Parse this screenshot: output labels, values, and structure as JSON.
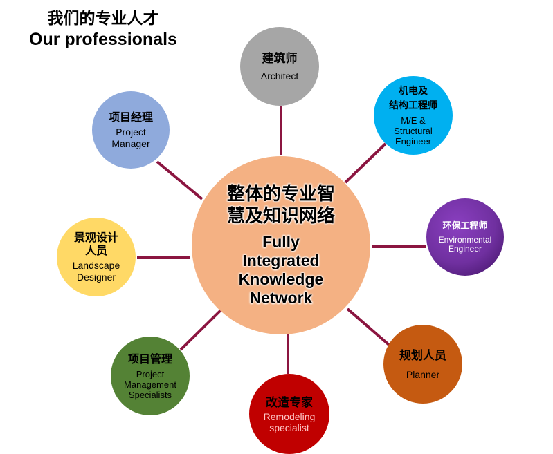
{
  "title": {
    "zh": "我们的专业人才",
    "en": "Our professionals"
  },
  "center": {
    "zh_line1": "整体的专业智",
    "zh_line2": "慧及知识网络",
    "en_lines": [
      "Fully",
      "Integrated",
      "Knowledge",
      "Network"
    ],
    "color": "#f4b183"
  },
  "link_color": "#8b1540",
  "nodes": [
    {
      "id": "architect",
      "zh": [
        "建筑师"
      ],
      "en": [
        "Architect"
      ],
      "color": "#a6a6a6",
      "text_color": "#000000"
    },
    {
      "id": "mep-structural",
      "zh": [
        "机电及",
        "结构工程师"
      ],
      "en": [
        "M/E &",
        "Structural",
        "Engineer"
      ],
      "color": "#00b0f0",
      "text_color": "#000000"
    },
    {
      "id": "environmental",
      "zh": [
        "环保工程师"
      ],
      "en": [
        "Environmental",
        "Engineer"
      ],
      "color": "#7030a0",
      "text_color": "#ffffff"
    },
    {
      "id": "planner",
      "zh": [
        "规划人员"
      ],
      "en": [
        "Planner"
      ],
      "color": "#c55a11",
      "text_color": "#000000"
    },
    {
      "id": "remodeling",
      "zh": [
        "改造专家"
      ],
      "en": [
        "Remodeling",
        "specialist"
      ],
      "color": "#c00000",
      "text_color": "#000000",
      "en_color": "#ffc7c7"
    },
    {
      "id": "project-management",
      "zh": [
        "项目管理"
      ],
      "en": [
        "Project",
        "Management",
        "Specialists"
      ],
      "color": "#548235",
      "text_color": "#000000"
    },
    {
      "id": "landscape",
      "zh": [
        "景观设计",
        "人员"
      ],
      "en": [
        "Landscape",
        "Designer"
      ],
      "color": "#ffd966",
      "text_color": "#000000"
    },
    {
      "id": "project-manager",
      "zh": [
        "项目经理"
      ],
      "en": [
        "Project",
        "Manager"
      ],
      "color": "#8faadc",
      "text_color": "#000000"
    }
  ]
}
